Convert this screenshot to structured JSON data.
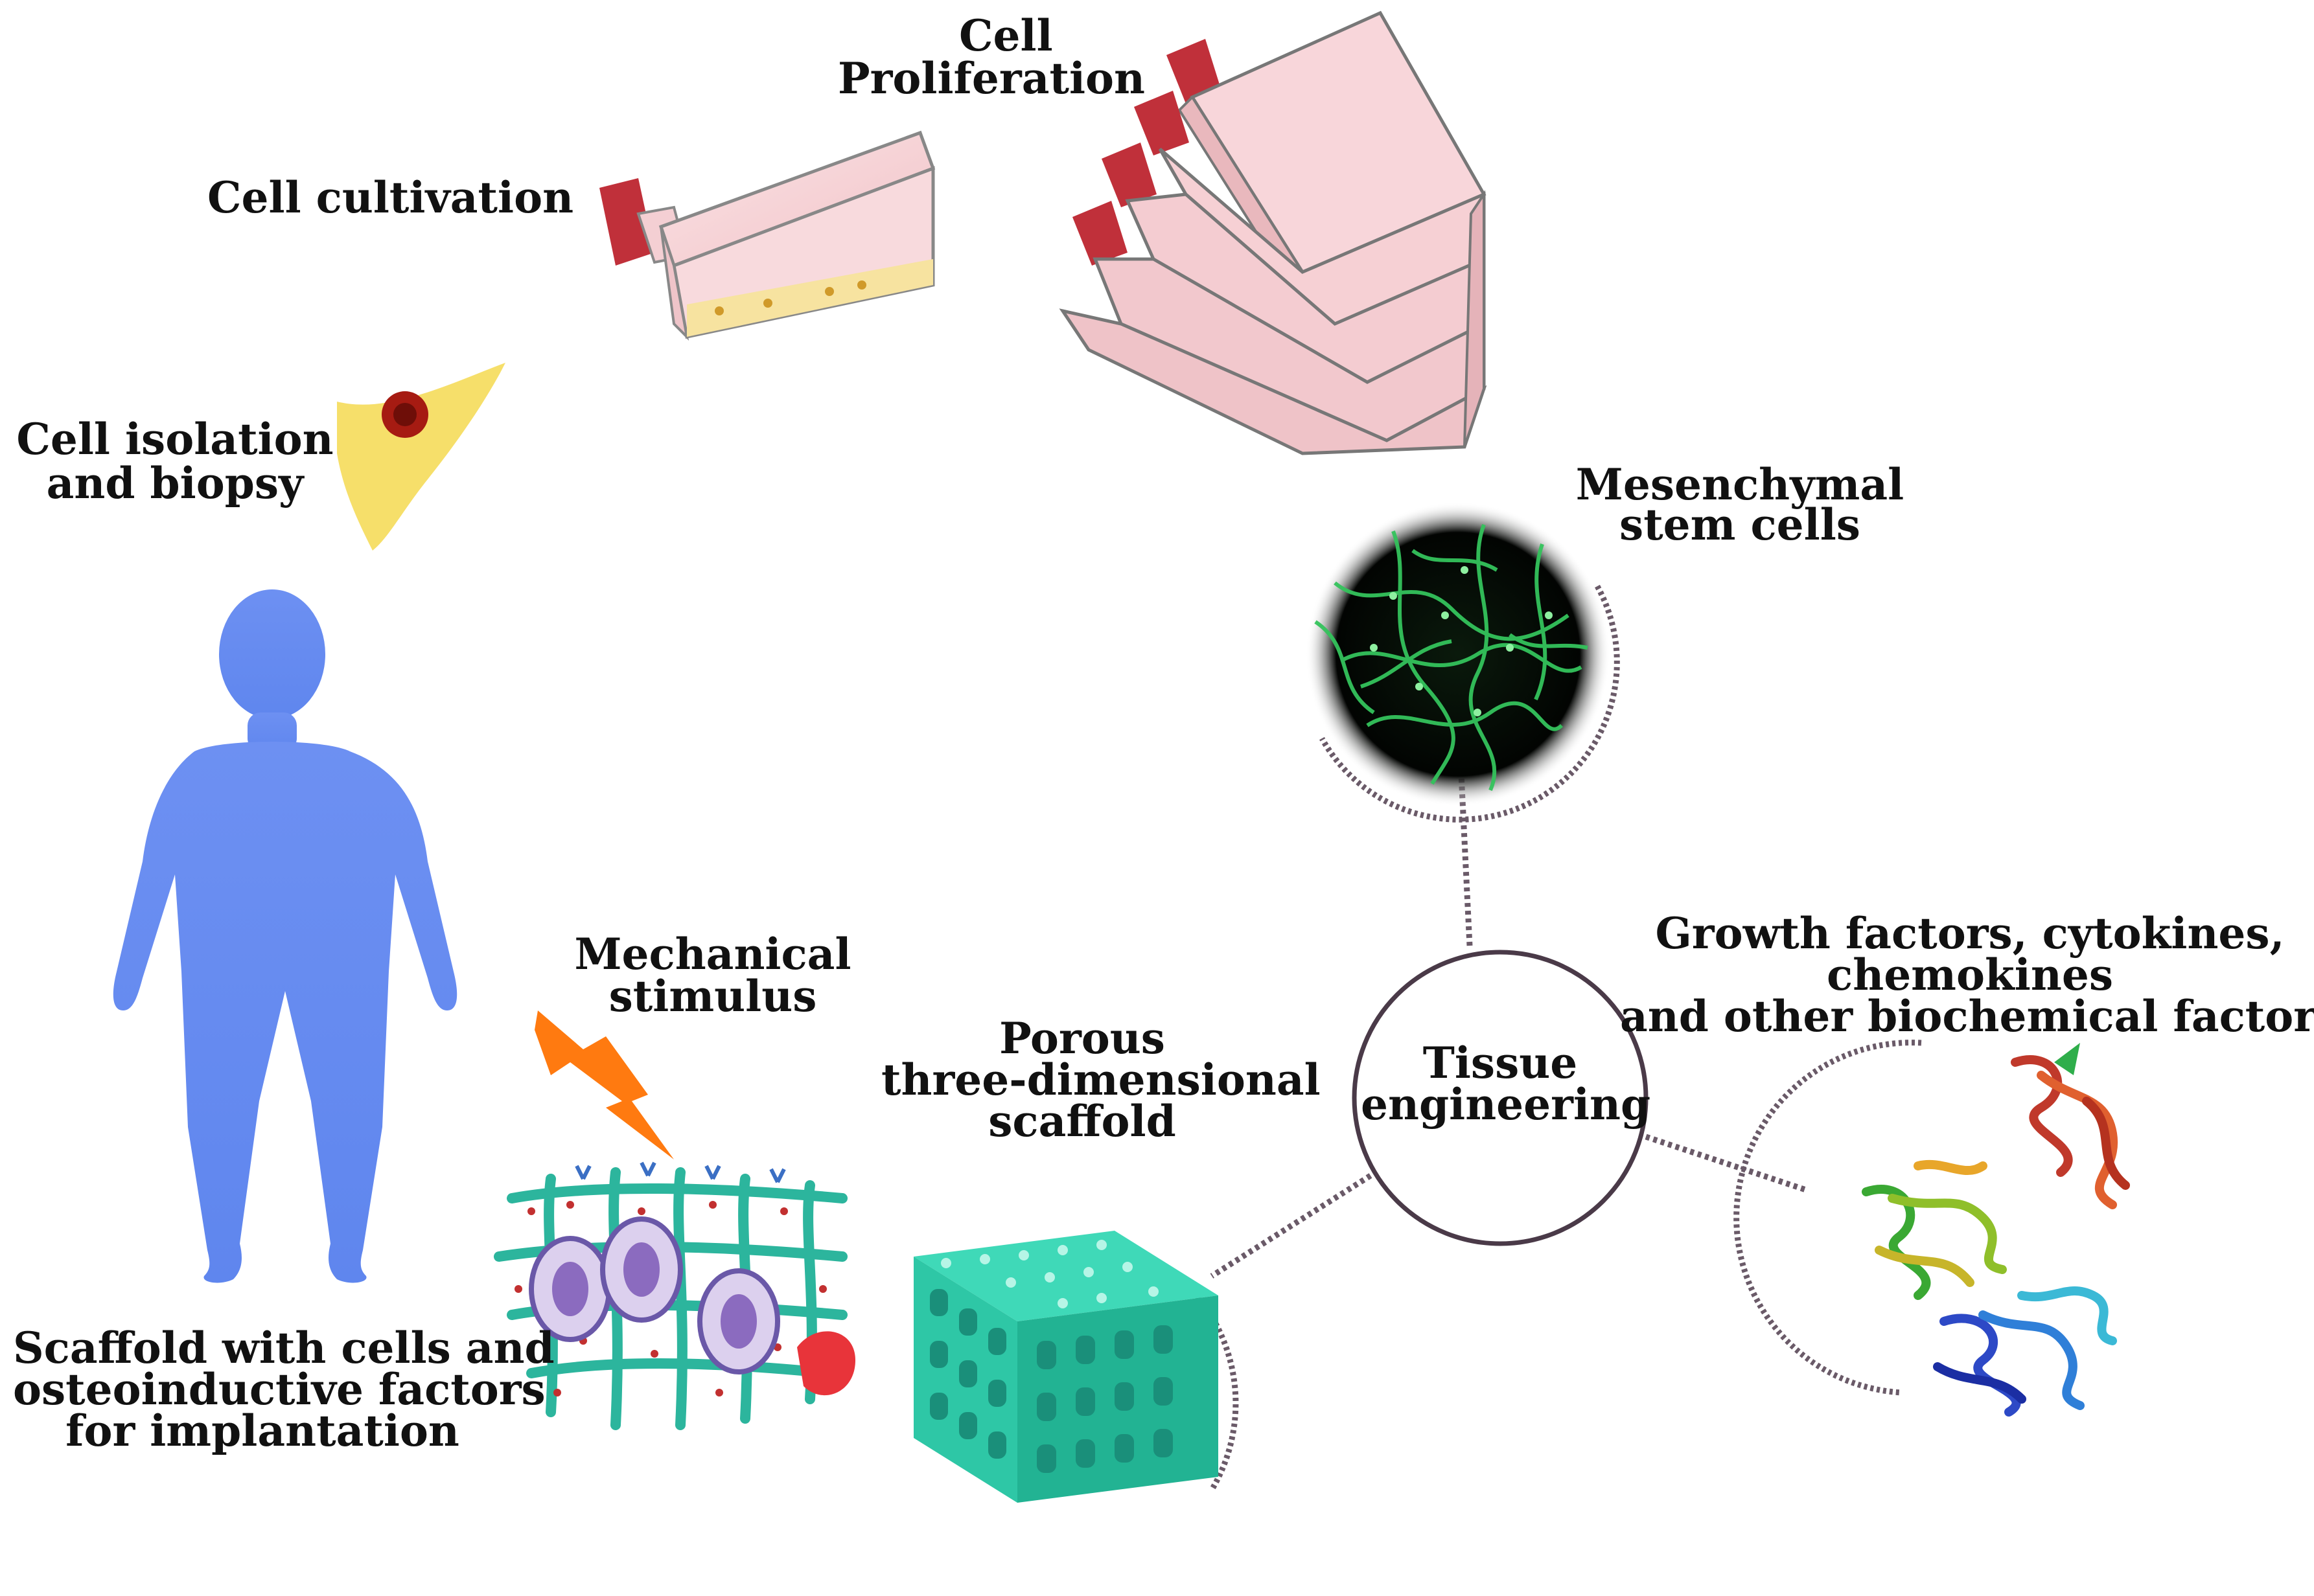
{
  "labels": {
    "cell_proliferation_l1": "Cell",
    "cell_proliferation_l2": "Proliferation",
    "cell_cultivation": "Cell cultivation",
    "cell_isolation_l1": "Cell isolation",
    "cell_isolation_l2": "and biopsy",
    "msc_l1": "Mesenchymal",
    "msc_l2": "stem cells",
    "growth_l1": "Growth factors, cytokines,",
    "growth_l2": "chemokines",
    "growth_l3": "and other biochemical factors",
    "mechanical_l1": "Mechanical",
    "mechanical_l2": "stimulus",
    "porous_l1": "Porous",
    "porous_l2": "three-dimensional",
    "porous_l3": "scaffold",
    "tissue_l1": "Tissue",
    "tissue_l2": "engineering",
    "scaffold_cells_l1": "Scaffold with cells and",
    "scaffold_cells_l2": "osteoinductive factors",
    "scaffold_cells_l3": "for implantation"
  },
  "colors": {
    "body_silhouette": "#6b8ff0",
    "flask_body": "#f6d2d6",
    "flask_cap": "#c0303a",
    "cell_yellow": "#f6df6a",
    "cell_nucleus": "#a61b12",
    "msc_fibers": "#2fbf57",
    "scaffold_teal": "#2ec7a6",
    "lightning": "#ff7a10",
    "dotted_line": "#6a5a68"
  }
}
